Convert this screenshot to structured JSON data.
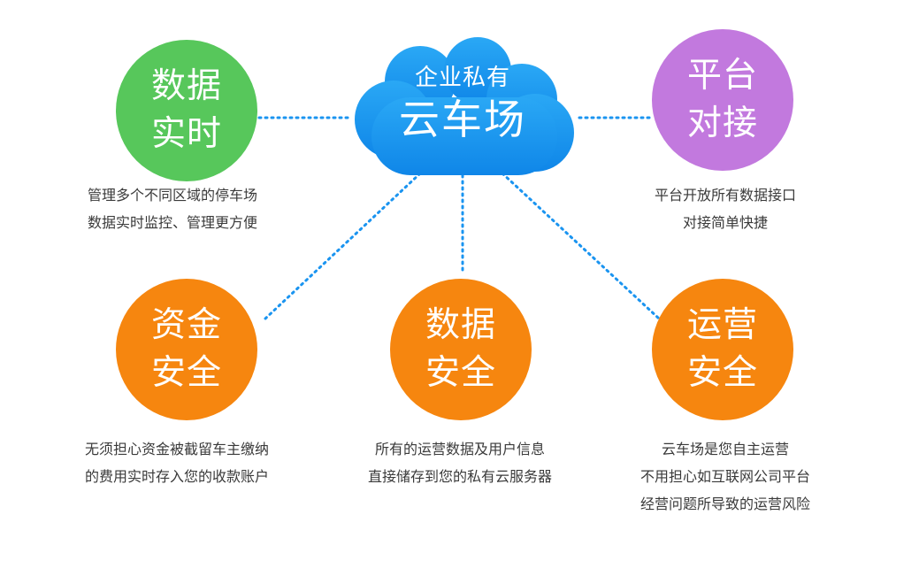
{
  "center": {
    "line1": "企业私有",
    "line2": "云车场",
    "color": "#1a94f0"
  },
  "nodes": [
    {
      "id": "data-realtime",
      "line1": "数据",
      "line2": "实时",
      "color": "#57c75b",
      "desc": [
        "管理多个不同区域的停车场",
        "数据实时监控、管理更方便"
      ]
    },
    {
      "id": "platform-docking",
      "line1": "平台",
      "line2": "对接",
      "color": "#c279de",
      "desc": [
        "平台开放所有数据接口",
        "对接简单快捷"
      ]
    },
    {
      "id": "fund-security",
      "line1": "资金",
      "line2": "安全",
      "color": "#f6860f",
      "desc": [
        "无须担心资金被截留车主缴纳",
        "的费用实时存入您的收款账户"
      ]
    },
    {
      "id": "data-security",
      "line1": "数据",
      "line2": "安全",
      "color": "#f6860f",
      "desc": [
        "所有的运营数据及用户信息",
        "直接储存到您的私有云服务器"
      ]
    },
    {
      "id": "operation-security",
      "line1": "运营",
      "line2": "安全",
      "color": "#f6860f",
      "desc": [
        "云车场是您自主运营",
        "不用担心如互联网公司平台",
        "经营问题所导致的运营风险"
      ]
    }
  ],
  "connector_color": "#1a94f0"
}
